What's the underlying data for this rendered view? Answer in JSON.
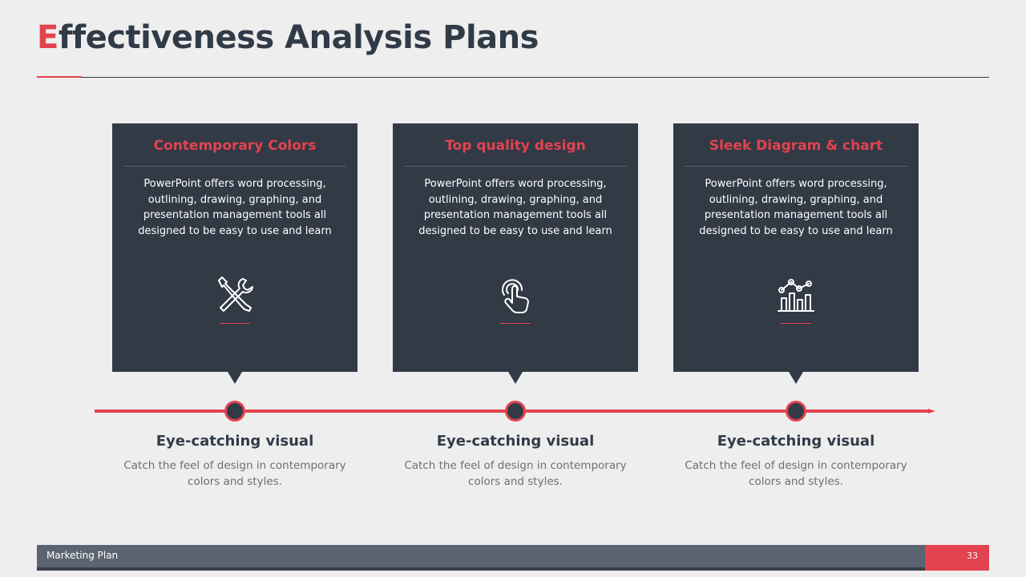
{
  "slide": {
    "title_first_letter": "E",
    "title_rest": "ffectiveness Analysis Plans",
    "accent_color": "#e2434f",
    "dark_color": "#323a46"
  },
  "cards": [
    {
      "title": "Contemporary Colors",
      "body": "PowerPoint offers word processing, outlining, drawing, graphing, and presentation management tools all designed to be easy to use and learn",
      "icon": "tools-icon"
    },
    {
      "title": "Top quality design",
      "body": "PowerPoint offers word processing, outlining, drawing, graphing, and presentation management tools all designed to be easy to use and learn",
      "icon": "touch-icon"
    },
    {
      "title": "Sleek Diagram & chart",
      "body": "PowerPoint offers word processing, outlining, drawing, graphing, and presentation management tools all designed to be easy to use and learn",
      "icon": "chart-icon"
    }
  ],
  "steps": [
    {
      "title": "Eye-catching visual",
      "desc": "Catch the feel of design in contemporary colors and styles."
    },
    {
      "title": "Eye-catching visual",
      "desc": "Catch the feel of design in contemporary colors and styles."
    },
    {
      "title": "Eye-catching visual",
      "desc": "Catch the feel of design in contemporary colors and styles."
    }
  ],
  "footer": {
    "label": "Marketing Plan",
    "page": "33"
  }
}
